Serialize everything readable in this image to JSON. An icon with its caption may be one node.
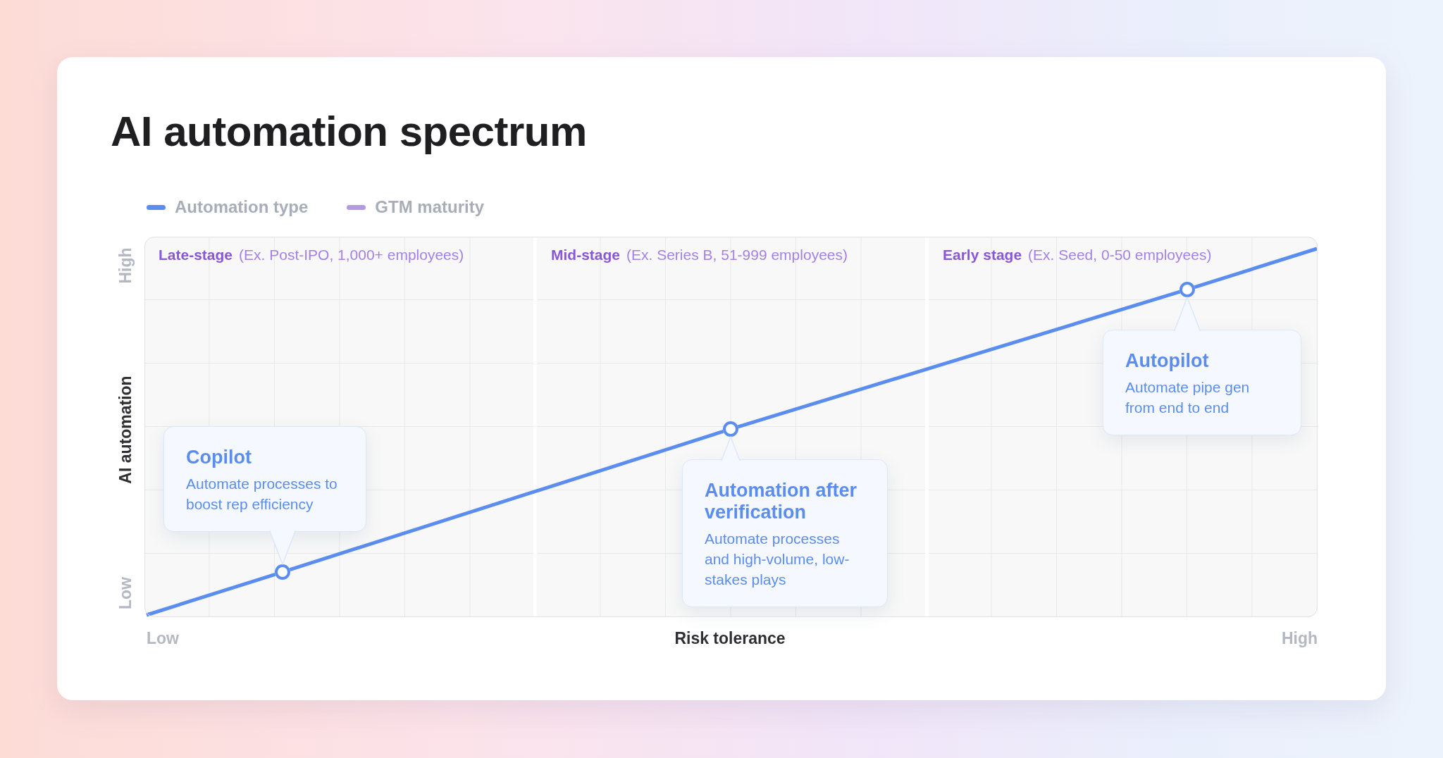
{
  "diagram": {
    "title": "AI automation spectrum",
    "nodes": [
      {
        "text": [
          "Late-stage",
          "(Ex. Post-IPO, 1,000+ employees)"
        ]
      },
      {
        "text": [
          "Mid-stage",
          "(Ex. Series B, 51-999 employees)"
        ]
      },
      {
        "text": [
          "Early stage",
          "(Ex. Seed, 0-50 employees)"
        ]
      },
      {
        "text": [
          "Copilot",
          "Automate processes to boost rep efficiency"
        ],
        "in": 0
      },
      {
        "text": [],
        "shape": "circle",
        "in": 0
      },
      {
        "text": [
          "Automation after verification",
          "Automate processes and high-volume, low-stakes plays"
        ],
        "in": 1
      },
      {
        "text": [],
        "shape": "circle",
        "in": 1
      },
      {
        "text": [
          "Autopilot",
          "Automate pipe gen from end to end"
        ],
        "in": 2
      },
      {
        "text": [],
        "shape": "circle",
        "in": 2
      }
    ],
    "edges": [
      {
        "from": null,
        "to": 4,
        "arrow": "none"
      },
      {
        "from": 4,
        "to": 6,
        "arrow": "none"
      },
      {
        "from": 6,
        "to": 8,
        "arrow": "none"
      },
      {
        "from": 8,
        "to": null,
        "arrow": "none"
      },
      {
        "from": 3,
        "to": 4,
        "arrow": "to",
        "color": "#dce7fb"
      },
      {
        "from": 5,
        "to": 6,
        "arrow": "to",
        "color": "#dce7fb"
      },
      {
        "from": 7,
        "to": 8,
        "arrow": "to",
        "color": "#dce7fb"
      }
    ],
    "labels": [
      "High",
      "AI automation",
      "Low",
      "Low",
      "Risk tolerance",
      "High"
    ],
    "legend": [
      {
        "text": "Automation type",
        "color": "#5b8def"
      },
      {
        "text": "GTM maturity",
        "color": "#b39ae3"
      }
    ]
  }
}
